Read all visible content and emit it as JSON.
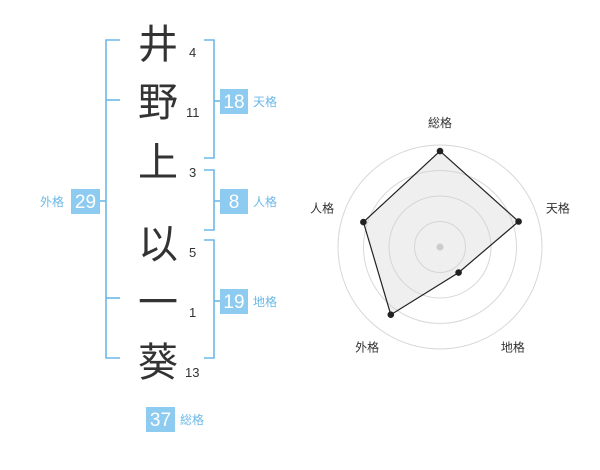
{
  "name": {
    "characters": [
      {
        "char": "井",
        "strokes": "4"
      },
      {
        "char": "野",
        "strokes": "11"
      },
      {
        "char": "上",
        "strokes": "3"
      },
      {
        "char": "以",
        "strokes": "5"
      },
      {
        "char": "一",
        "strokes": "1"
      },
      {
        "char": "葵",
        "strokes": "13"
      }
    ]
  },
  "fortune": {
    "tenkaku": {
      "value": "18",
      "label": "天格"
    },
    "jinkaku": {
      "value": "8",
      "label": "人格"
    },
    "chikaku": {
      "value": "19",
      "label": "地格"
    },
    "gaikaku": {
      "value": "29",
      "label": "外格"
    },
    "soukaku": {
      "value": "37",
      "label": "総格"
    }
  },
  "chart_data": {
    "type": "radar",
    "axes": [
      "総格",
      "天格",
      "地格",
      "外格",
      "人格"
    ],
    "values": [
      0.94,
      0.81,
      0.31,
      0.82,
      0.79
    ],
    "rmax": 1,
    "rings": 4,
    "colors": {
      "line": "#222222",
      "fill": "#e6e6e6",
      "ring": "#d8d8d8",
      "accent": "#8ecbf0"
    }
  }
}
